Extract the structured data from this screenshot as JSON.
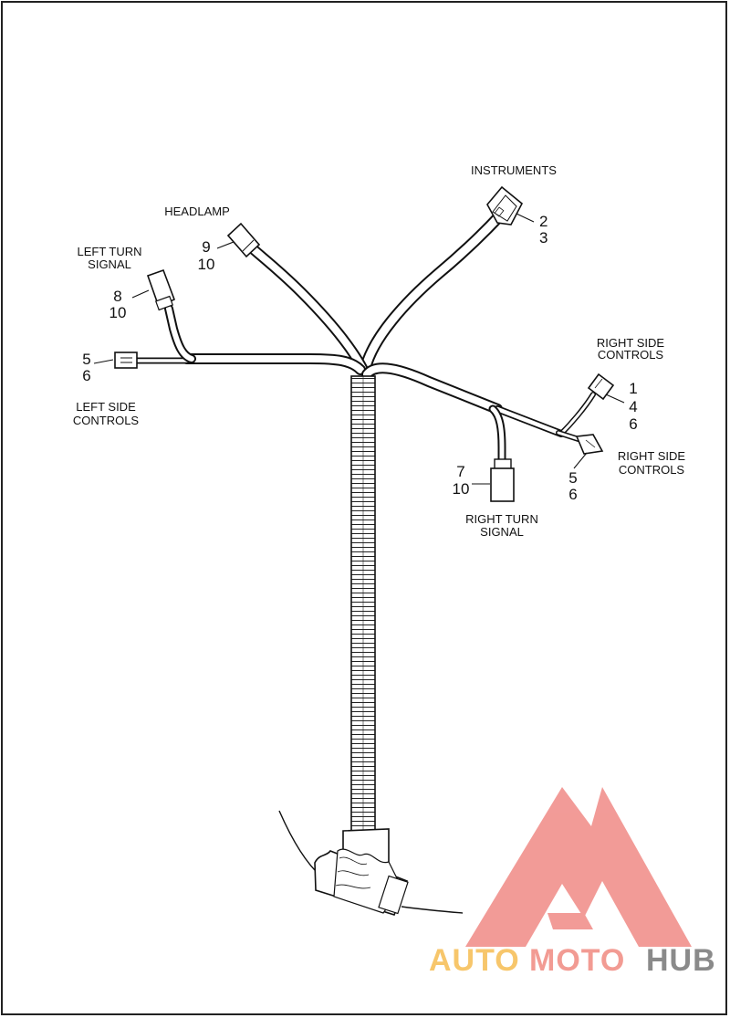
{
  "labels": {
    "instruments": "INSTRUMENTS",
    "headlamp": "HEADLAMP",
    "left_turn_1": "LEFT TURN",
    "left_turn_2": "SIGNAL",
    "left_side_1": "LEFT SIDE",
    "left_side_2": "CONTROLS",
    "right_side_top_1": "RIGHT SIDE",
    "right_side_top_2": "CONTROLS",
    "right_side_bot_1": "RIGHT SIDE",
    "right_side_bot_2": "CONTROLS",
    "right_turn_1": "RIGHT TURN",
    "right_turn_2": "SIGNAL"
  },
  "callouts": {
    "instruments_a": "2",
    "instruments_b": "3",
    "headlamp_a": "9",
    "headlamp_b": "10",
    "left_turn_a": "8",
    "left_turn_b": "10",
    "left_side_a": "5",
    "left_side_b": "6",
    "right_side_top_a": "1",
    "right_side_top_b": "4",
    "right_side_top_c": "6",
    "right_side_bot_a": "5",
    "right_side_bot_b": "6",
    "right_turn_a": "7",
    "right_turn_b": "10"
  },
  "watermark": {
    "part1": "AUTO",
    "part2": "MOTO",
    "part3": "HUB",
    "color_accent": "#f7c66b",
    "color_mid": "#f29b93",
    "color_dark": "#8a8a8a",
    "logo_color": "#f08a86"
  }
}
